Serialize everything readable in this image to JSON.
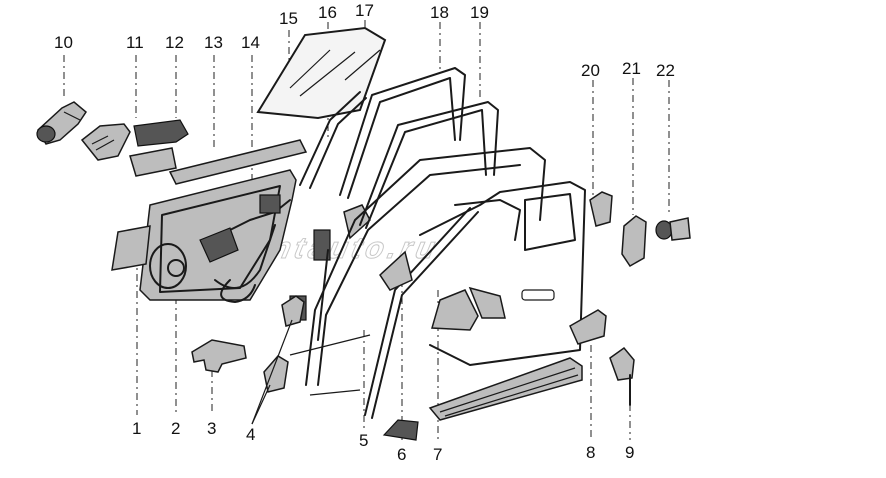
{
  "watermark": "Frontauto.ru",
  "labels": [
    {
      "id": "10",
      "text": "10"
    },
    {
      "id": "11",
      "text": "11"
    },
    {
      "id": "12",
      "text": "12"
    },
    {
      "id": "13",
      "text": "13"
    },
    {
      "id": "14",
      "text": "14"
    },
    {
      "id": "15",
      "text": "15"
    },
    {
      "id": "16",
      "text": "16"
    },
    {
      "id": "17",
      "text": "17"
    },
    {
      "id": "18",
      "text": "18"
    },
    {
      "id": "19",
      "text": "19"
    },
    {
      "id": "20",
      "text": "20"
    },
    {
      "id": "21",
      "text": "21"
    },
    {
      "id": "22",
      "text": "22"
    },
    {
      "id": "1",
      "text": "1"
    },
    {
      "id": "2",
      "text": "2"
    },
    {
      "id": "3",
      "text": "3"
    },
    {
      "id": "4",
      "text": "4"
    },
    {
      "id": "5",
      "text": "5"
    },
    {
      "id": "6",
      "text": "6"
    },
    {
      "id": "7",
      "text": "7"
    },
    {
      "id": "8",
      "text": "8"
    },
    {
      "id": "9",
      "text": "9"
    }
  ]
}
